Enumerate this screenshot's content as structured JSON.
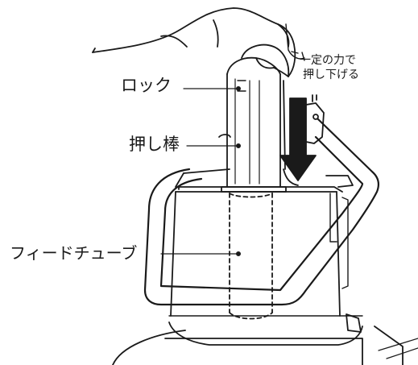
{
  "labels": {
    "lock": "ロック",
    "plunger": "押し棒",
    "feed_tube": "フィードチューブ"
  },
  "instruction": {
    "line1": "一定の力で",
    "line2": "押し下げる"
  },
  "colors": {
    "line": "#1a1a1a",
    "arrow": "#1a1a1a",
    "background": "#ffffff"
  }
}
